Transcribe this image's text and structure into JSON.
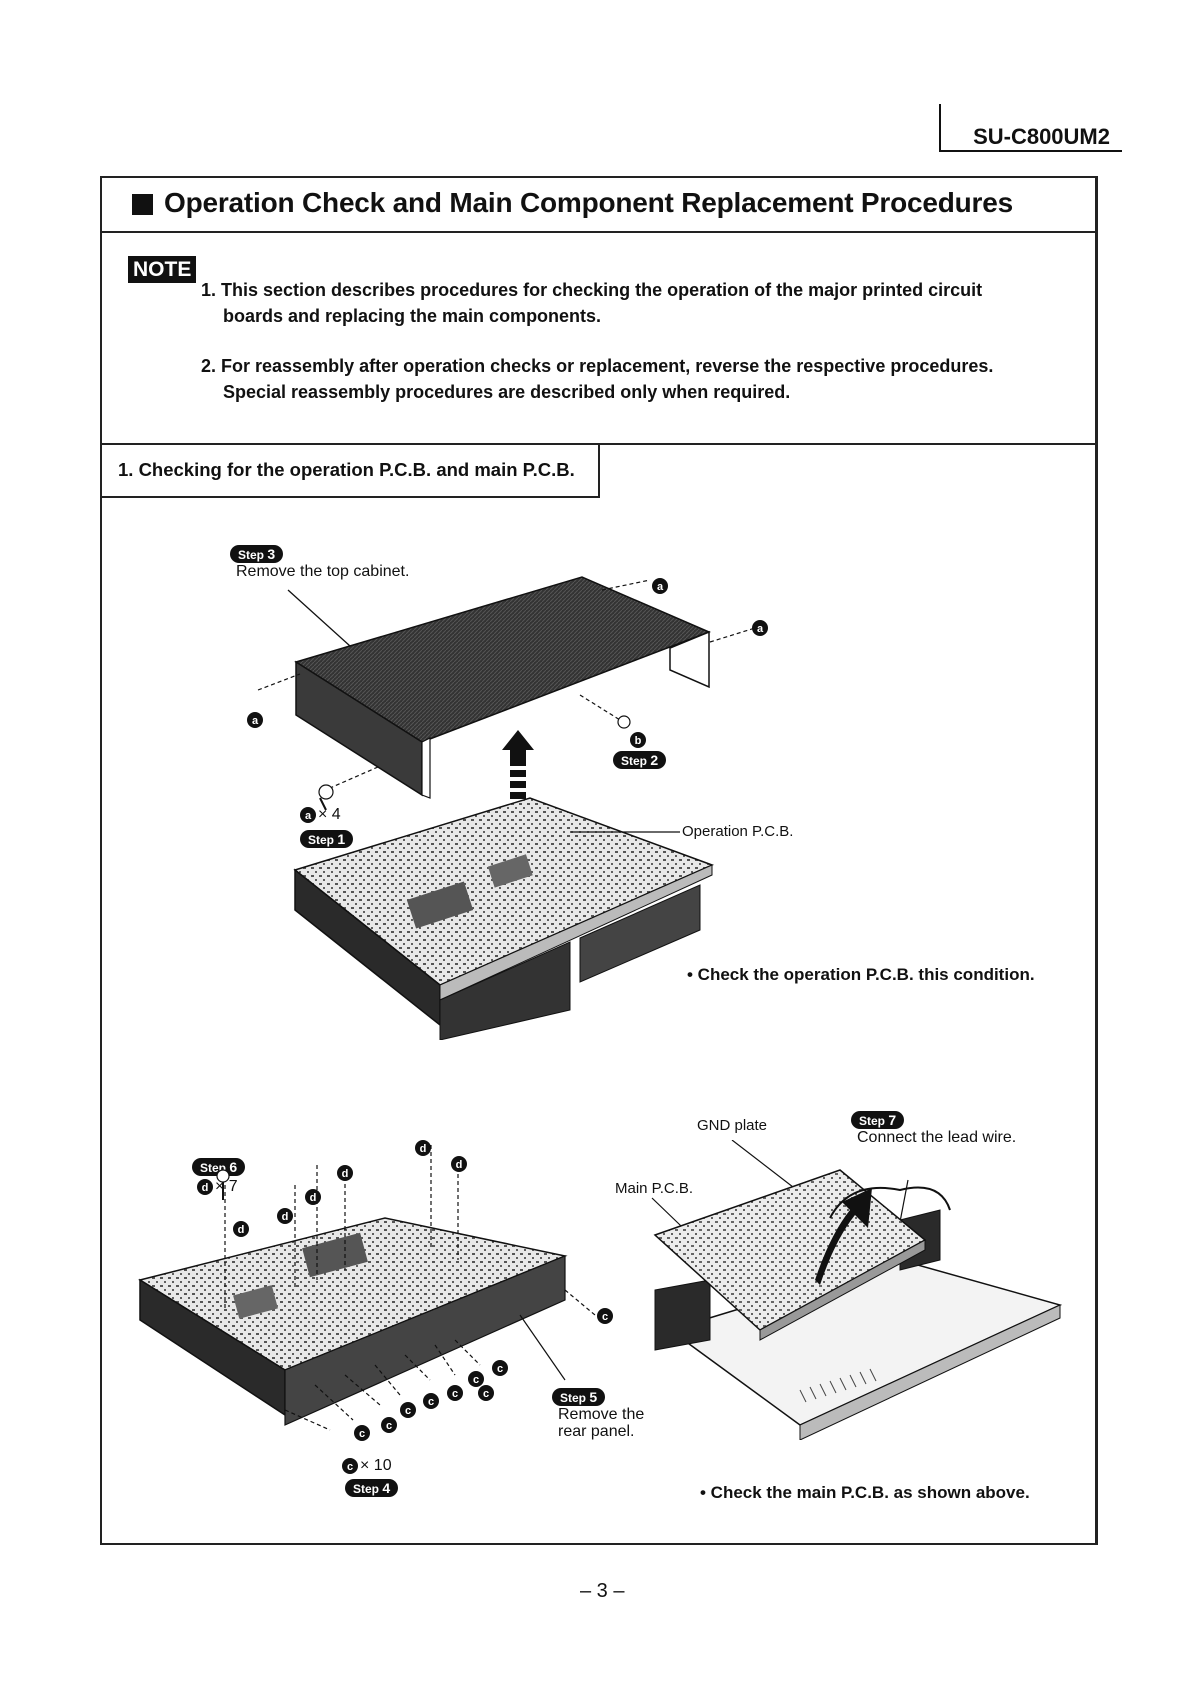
{
  "header": {
    "model": "SU-C800UM2"
  },
  "section": {
    "title": "Operation Check and Main Component Replacement Procedures",
    "note_label": "NOTE",
    "notes": [
      {
        "line1": "1. This section describes procedures for checking the operation of the major printed circuit",
        "line2": "boards and replacing the main components."
      },
      {
        "line1": "2. For reassembly after operation checks or replacement, reverse the respective procedures.",
        "line2": "Special reassembly procedures are described only when required."
      }
    ]
  },
  "subsection": {
    "title": "1. Checking for the operation P.C.B. and main P.C.B."
  },
  "diagram_top": {
    "step3": {
      "step": "Step",
      "num": "3",
      "text": "Remove the top cabinet."
    },
    "step2": {
      "step": "Step",
      "num": "2"
    },
    "step1": {
      "step": "Step",
      "num": "1"
    },
    "screw_a_count": "× 4",
    "markers": {
      "a": "a",
      "b": "b"
    },
    "operation_pcb_label": "Operation P.C.B.",
    "check_note": "• Check the operation P.C.B. this condition."
  },
  "diagram_bottom_left": {
    "step6": {
      "step": "Step",
      "num": "6"
    },
    "screw_d_count": "× 7",
    "markers": {
      "c": "c",
      "d": "d"
    },
    "screw_c_count": "× 10",
    "step4": {
      "step": "Step",
      "num": "4"
    },
    "step5": {
      "step": "Step",
      "num": "5",
      "line1": "Remove the",
      "line2": "rear panel."
    }
  },
  "diagram_bottom_right": {
    "gnd_label": "GND plate",
    "main_pcb_label": "Main P.C.B.",
    "step7": {
      "step": "Step",
      "num": "7",
      "text": "Connect the lead wire."
    },
    "check_note": "• Check the main P.C.B. as shown above."
  },
  "footer": {
    "page": "– 3 –"
  }
}
